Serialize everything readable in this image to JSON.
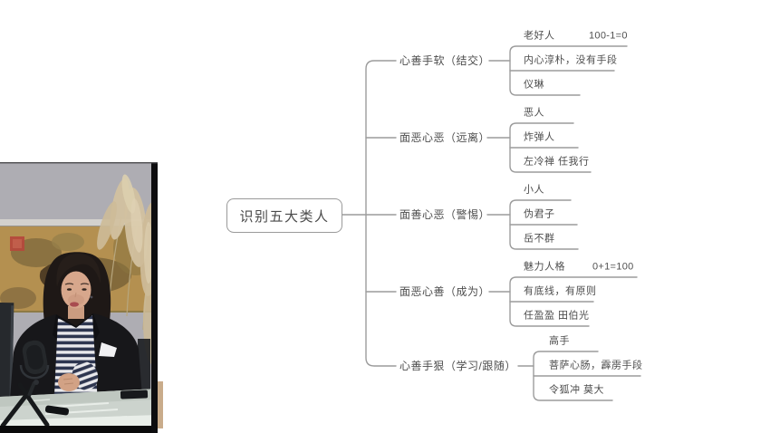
{
  "mindmap": {
    "root": {
      "label": "识别五大类人"
    },
    "branches": [
      {
        "label": "心善手软（结交）",
        "children": [
          {
            "text": "老好人",
            "note": "100-1=0"
          },
          {
            "text": "内心淳朴，没有手段"
          },
          {
            "text": "仪琳"
          }
        ]
      },
      {
        "label": "面恶心恶（远离）",
        "children": [
          {
            "text": "恶人"
          },
          {
            "text": "炸弹人"
          },
          {
            "text": "左冷禅 任我行"
          }
        ]
      },
      {
        "label": "面善心恶（警惕）",
        "children": [
          {
            "text": "小人"
          },
          {
            "text": "伪君子"
          },
          {
            "text": "岳不群"
          }
        ]
      },
      {
        "label": "面恶心善（成为）",
        "children": [
          {
            "text": "魅力人格",
            "note": "0+1=100"
          },
          {
            "text": "有底线，有原则"
          },
          {
            "text": "任盈盈 田伯光"
          }
        ]
      },
      {
        "label": "心善手狠（学习/跟随）",
        "children": [
          {
            "text": "高手"
          },
          {
            "text": "菩萨心肠，霹雳手段"
          },
          {
            "text": "令狐冲 莫大"
          }
        ]
      }
    ]
  },
  "colors": {
    "connector_line": "#9c9c9c",
    "topic_text": "#4d4d4d",
    "central_border": "#9a9a9a",
    "video_letterbox": "#0a0a0b",
    "painting_gold": "#b49050",
    "seal_red": "#b5483c"
  }
}
